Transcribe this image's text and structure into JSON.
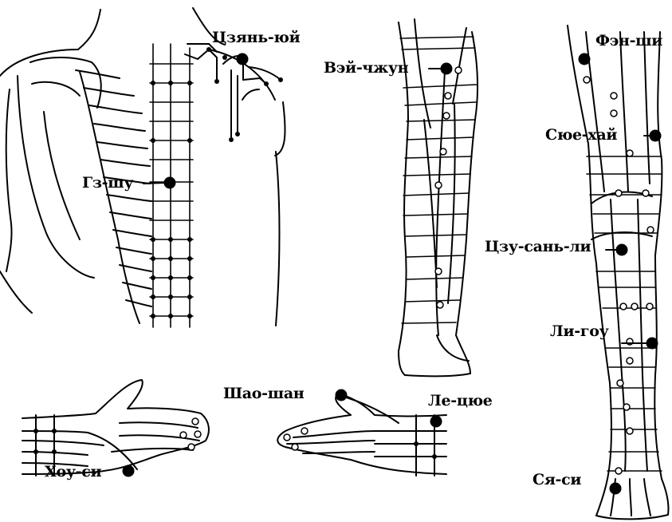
{
  "points": {
    "czyan_yuy": "Цзянь-юй",
    "gz_shu": "Гз-шу",
    "vey_chzhun": "Вэй-чжун",
    "fen_shi": "Фэн-ши",
    "syue_hay": "Сюе-хай",
    "czu_san_li": "Цзу-сань-ли",
    "li_gou": "Ли-гоу",
    "sya_si": "Ся-си",
    "shao_shan": "Шао-шан",
    "le_tsyue": "Ле-цюе",
    "hou_si": "Хоу-си"
  },
  "colors": {
    "ink": "#000000",
    "paper": "#ffffff"
  }
}
